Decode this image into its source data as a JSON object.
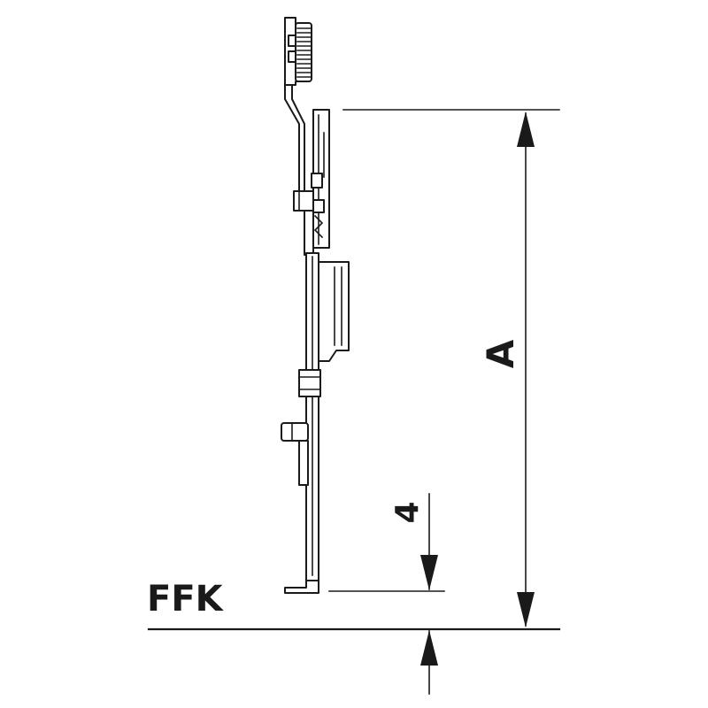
{
  "diagram": {
    "labels": {
      "ffk": "FFK",
      "dim_a": "A",
      "dim_4": "4"
    },
    "colors": {
      "ink": "#1a1a1a",
      "background": "#ffffff"
    }
  }
}
